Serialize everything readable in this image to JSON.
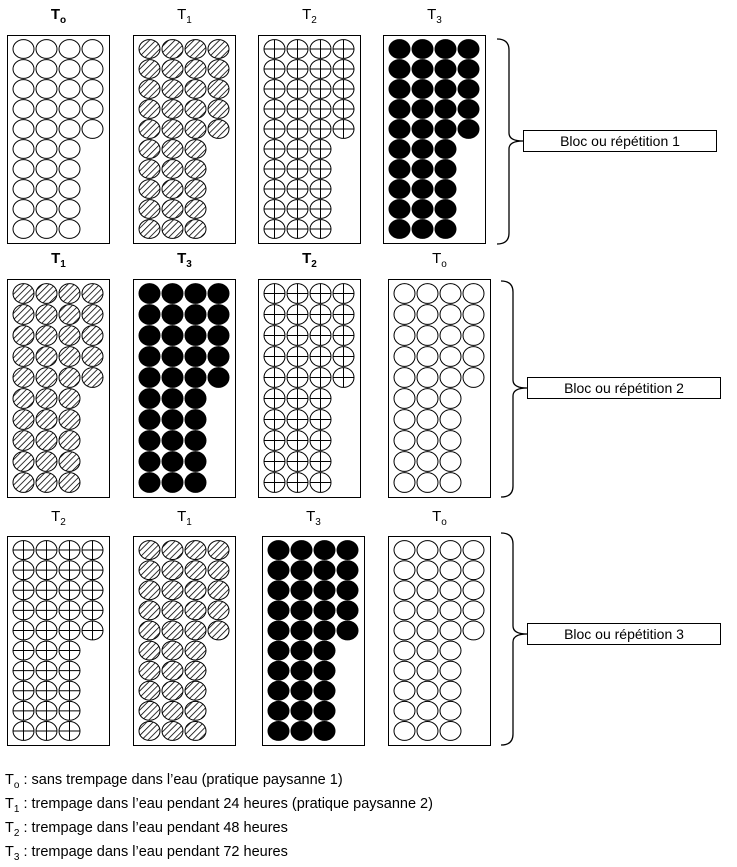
{
  "treatment_symbol": "T",
  "treatments": {
    "T0": {
      "sub": "o",
      "desc": " : sans trempage dans l’eau (pratique paysanne 1)",
      "pattern": "empty"
    },
    "T1": {
      "sub": "1",
      "desc": " : trempage dans l’eau pendant 24 heures (pratique paysanne 2)",
      "pattern": "hatched"
    },
    "T2": {
      "sub": "2",
      "desc": " : trempage dans l’eau pendant 48 heures",
      "pattern": "cross"
    },
    "T3": {
      "sub": "3",
      "desc": " : trempage dans l’eau pendant 72 heures",
      "pattern": "solid"
    }
  },
  "blocs": [
    {
      "label": "Bloc ou répétition 1",
      "plots": [
        {
          "t": "T0",
          "bold": true
        },
        {
          "t": "T1",
          "bold": false
        },
        {
          "t": "T2",
          "bold": false
        },
        {
          "t": "T3",
          "bold": false
        }
      ]
    },
    {
      "label": "Bloc ou répétition 2",
      "plots": [
        {
          "t": "T1",
          "bold": true
        },
        {
          "t": "T3",
          "bold": true
        },
        {
          "t": "T2",
          "bold": true
        },
        {
          "t": "T0",
          "bold": false
        }
      ]
    },
    {
      "label": "Bloc ou répétition 3",
      "plots": [
        {
          "t": "T2",
          "bold": false
        },
        {
          "t": "T1",
          "bold": false
        },
        {
          "t": "T3",
          "bold": false
        },
        {
          "t": "T0",
          "bold": false
        }
      ]
    }
  ],
  "plot_layout": {
    "columns": 4,
    "rows_full": 5,
    "rows_total": 10,
    "columns_lower": 3
  }
}
